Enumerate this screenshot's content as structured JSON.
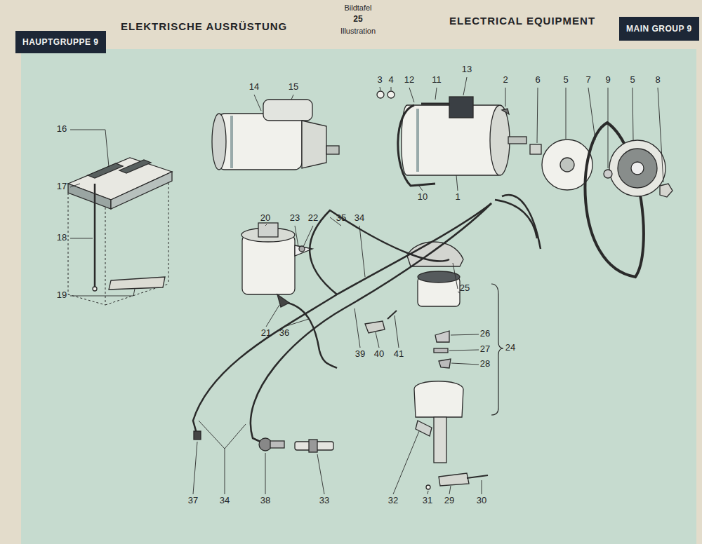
{
  "diagram": {
    "title": "ELEKTRISCHE AUSRÜSTUNG",
    "nodes": [
      {
        "text": [
          "HAUPTGRUPPE 9"
        ]
      },
      {
        "text": [
          "MAIN GROUP 9"
        ]
      }
    ],
    "labels": [
      "ELECTRICAL EQUIPMENT",
      "Bildtafel",
      "25",
      "Illustration",
      "3",
      "4",
      "12",
      "11",
      "13",
      "2",
      "6",
      "5",
      "7",
      "9",
      "5",
      "8",
      "14",
      "15",
      "16",
      "17",
      "18",
      "19",
      "10",
      "1",
      "20",
      "23",
      "22",
      "35",
      "34",
      "25",
      "26",
      "27",
      "24",
      "28",
      "21",
      "36",
      "39",
      "40",
      "41",
      "37",
      "34",
      "38",
      "33",
      "32",
      "31",
      "29",
      "30"
    ]
  }
}
